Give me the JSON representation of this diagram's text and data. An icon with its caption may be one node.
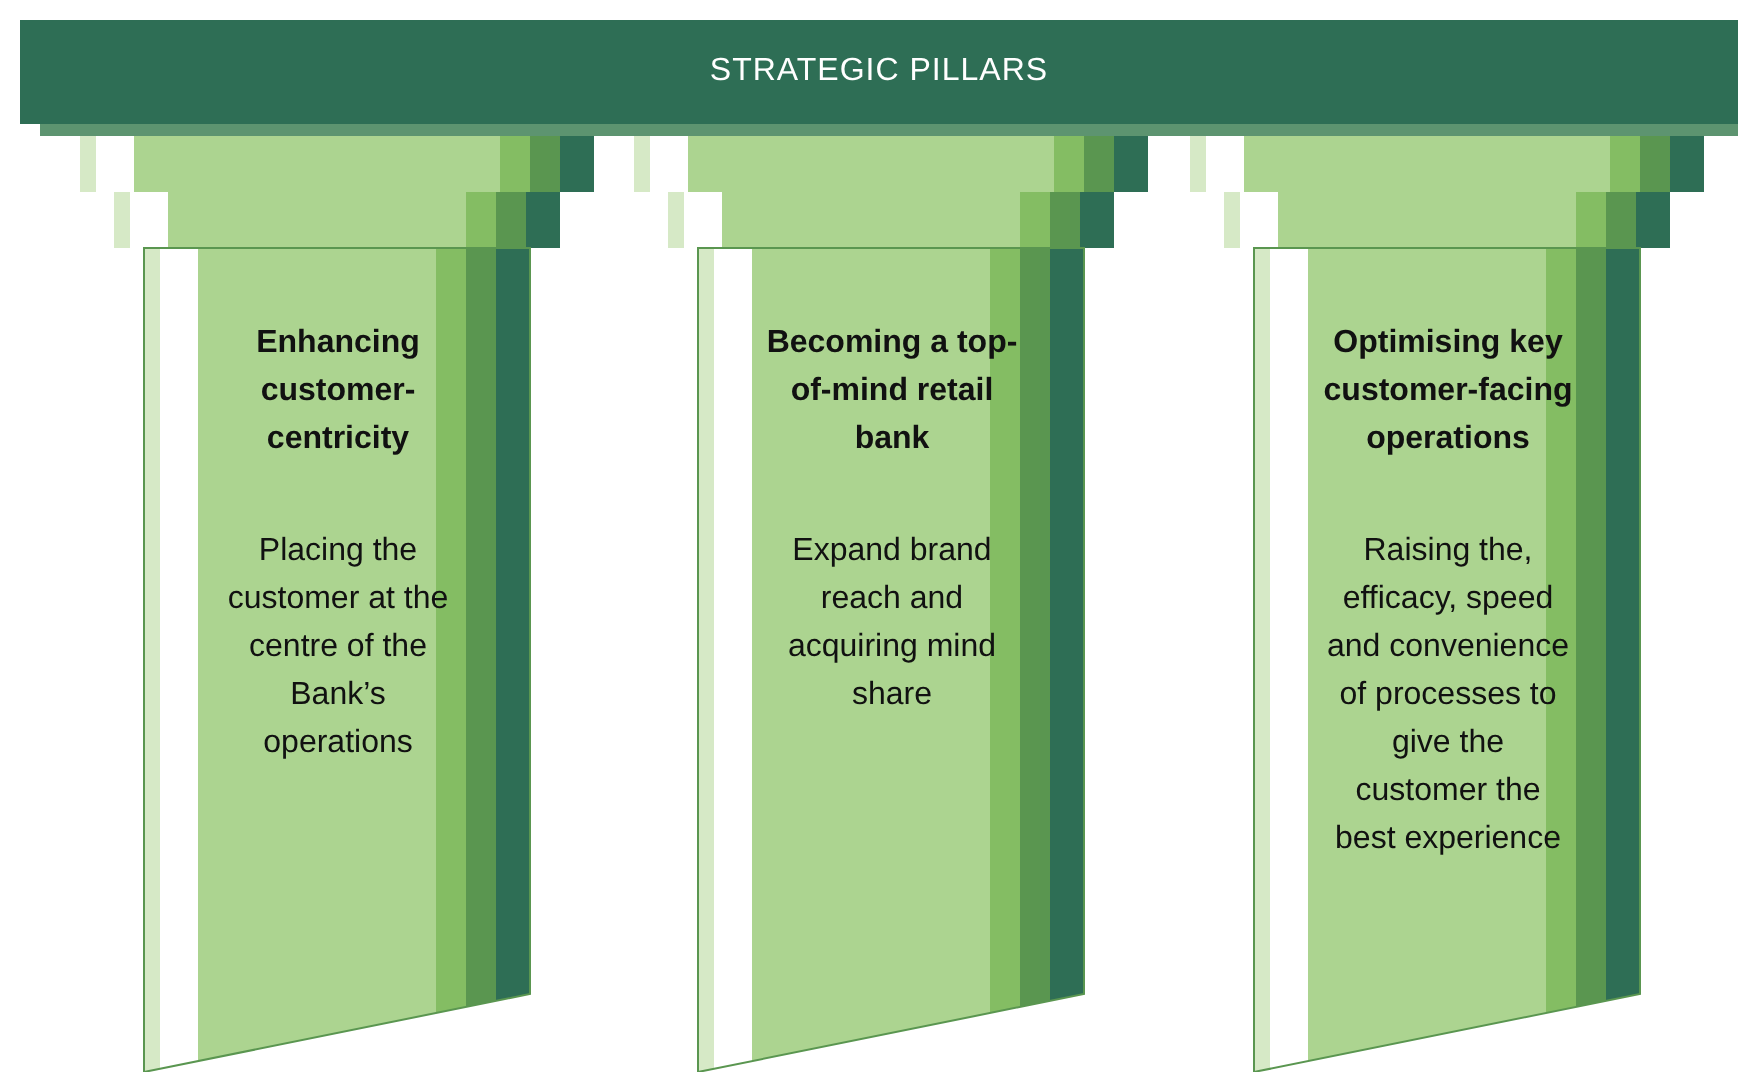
{
  "diagram": {
    "nodes": [
      {
        "text": [
          "STRATEGIC PILLARS"
        ]
      },
      {
        "text": [
          "Enhancing customer-centricity",
          "Placing the customer at the centre of the Bank’s operations"
        ]
      },
      {
        "text": [
          "Becoming a top-of-mind retail bank",
          "Expand brand reach and acquiring mind share"
        ]
      },
      {
        "text": [
          "Optimising key customer-facing operations",
          "Raising the, efficacy, speed and convenience of processes to give the customer the best experience"
        ]
      }
    ]
  }
}
